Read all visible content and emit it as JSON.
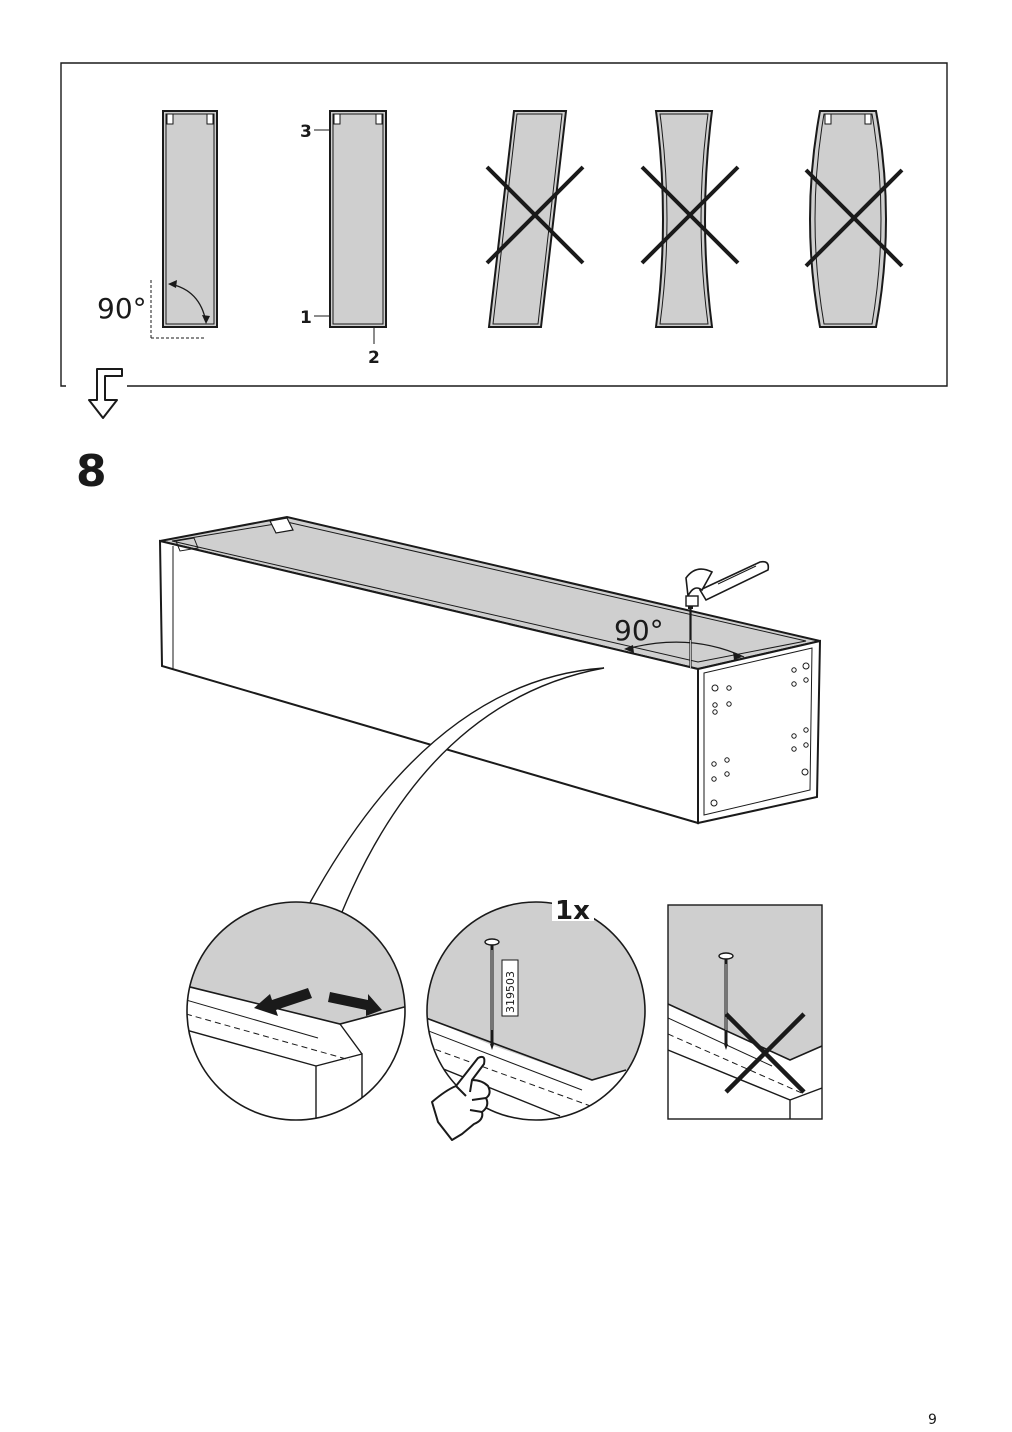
{
  "panel": {
    "angle_label": "90°",
    "edge_labels": [
      "3",
      "1",
      "2"
    ]
  },
  "step": {
    "number": "8"
  },
  "cabinet": {
    "angle_label": "90°"
  },
  "details": {
    "quantity": "1x",
    "part_number": "319503"
  },
  "page": {
    "number": "9"
  },
  "colors": {
    "line": "#1a1a1a",
    "panel_fill": "#cfcfcf",
    "background": "#ffffff"
  },
  "icons": [
    "hammer-icon",
    "nail-icon",
    "pointing-hand-icon",
    "cross-mark-icon",
    "turn-down-arrow-icon",
    "push-arrows-icon"
  ]
}
